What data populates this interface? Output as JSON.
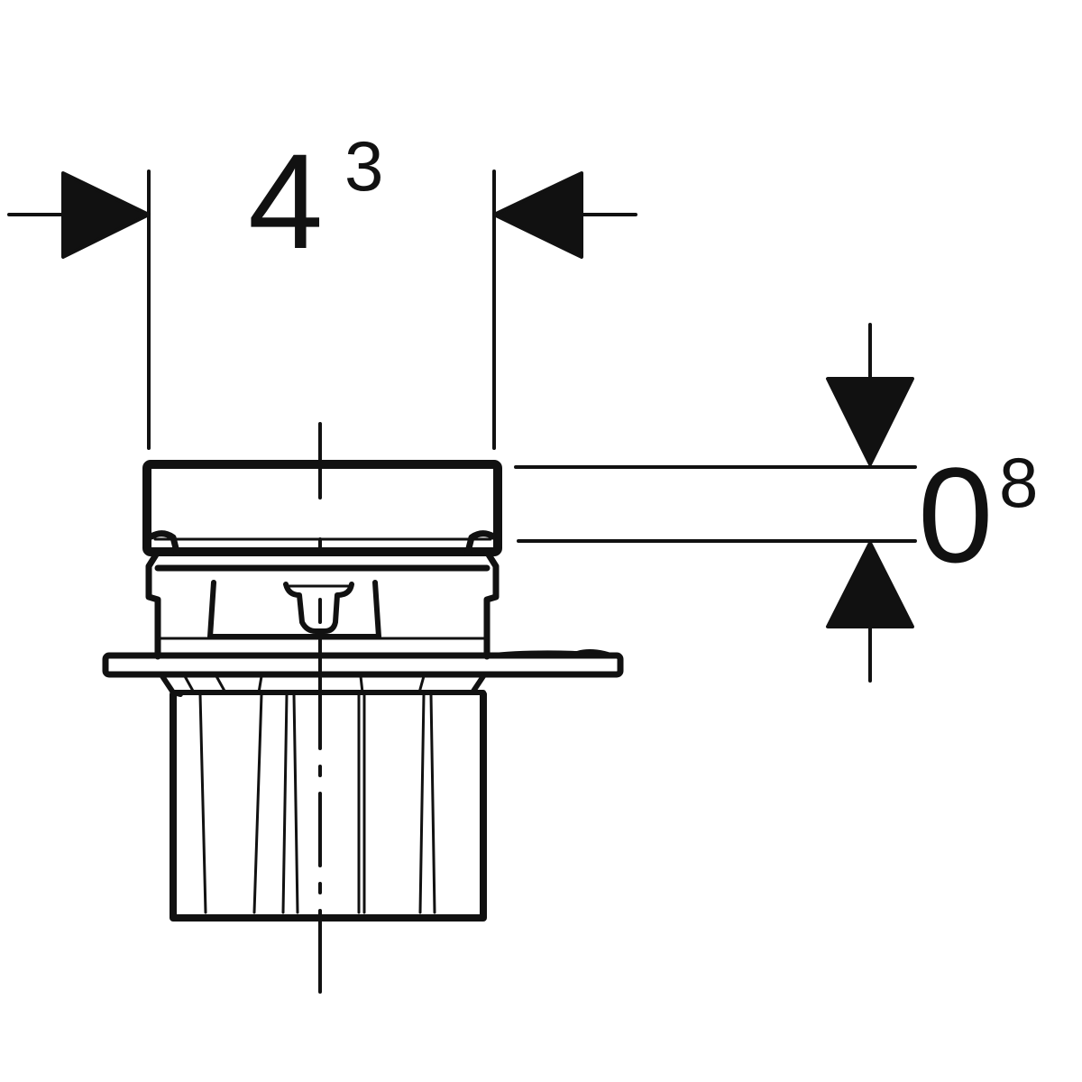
{
  "dimensions": {
    "width": {
      "main": "4",
      "sup": "3"
    },
    "height": {
      "main": "0",
      "sup": "8"
    }
  },
  "colors": {
    "line": "#111111",
    "background": "#ffffff"
  }
}
